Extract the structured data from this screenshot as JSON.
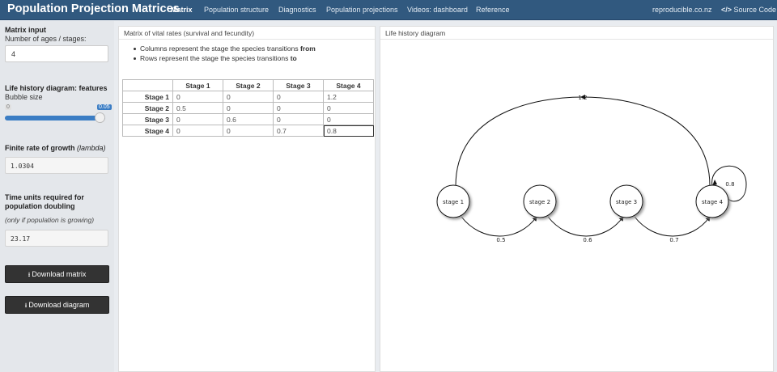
{
  "navbar": {
    "brand": "Population Projection Matrices",
    "tabs": [
      {
        "label": "Matrix"
      },
      {
        "label": "Population structure"
      },
      {
        "label": "Diagnostics"
      },
      {
        "label": "Population projections"
      },
      {
        "label": "Videos: dashboard"
      },
      {
        "label": "Reference"
      }
    ],
    "site_link": "reproducible.co.nz",
    "source_code": "Source Code"
  },
  "sidebar": {
    "matrix_input_title": "Matrix input",
    "stages_label": "Number of ages / stages:",
    "stages_value": "4",
    "features_title": "Life history diagram: features",
    "bubble_label": "Bubble size",
    "slider_min": "0",
    "slider_max": "0.05",
    "slider_value_fraction": 1.0,
    "growth_title": "Finite rate of growth",
    "growth_title_ital": "(lambda)",
    "growth_value": "1.0304",
    "doubling_title": "Time units required for population doubling",
    "doubling_note": "(only if population is growing)",
    "doubling_value": "23.17",
    "download_matrix": "Download matrix",
    "download_diagram": "Download diagram"
  },
  "matrix_panel": {
    "title": "Matrix of vital rates (survival and fecundity)",
    "bullet1_text": "Columns represent the stage the species transitions ",
    "bullet1_bold": "from",
    "bullet2_text": "Rows represent the stage the species transitions ",
    "bullet2_bold": "to",
    "columns": [
      "Stage 1",
      "Stage 2",
      "Stage 3",
      "Stage 4"
    ],
    "rows": [
      {
        "label": "Stage 1",
        "cells": [
          "0",
          "0",
          "0",
          "1.2"
        ]
      },
      {
        "label": "Stage 2",
        "cells": [
          "0.5",
          "0",
          "0",
          "0"
        ]
      },
      {
        "label": "Stage 3",
        "cells": [
          "0",
          "0.6",
          "0",
          "0"
        ]
      },
      {
        "label": "Stage 4",
        "cells": [
          "0",
          "0",
          "0.7",
          "0.8"
        ]
      }
    ]
  },
  "diagram_panel": {
    "title": "Life history diagram",
    "nodes": [
      "stage 1",
      "stage 2",
      "stage 3",
      "stage 4"
    ],
    "edges": {
      "fecundity": "1.2",
      "s12": "0.5",
      "s23": "0.6",
      "s34": "0.7",
      "self4": "0.8"
    }
  }
}
